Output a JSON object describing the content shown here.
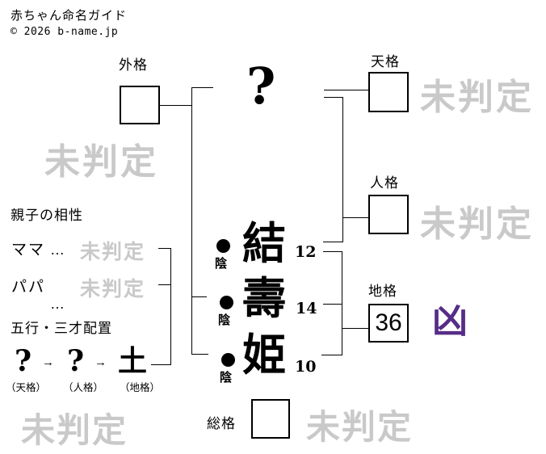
{
  "header": {
    "title": "赤ちゃん命名ガイド",
    "copyright": "© 2026 b-name.jp"
  },
  "surname": {
    "placeholder": "?"
  },
  "kaku": {
    "gaikaku": {
      "label": "外格",
      "status": "未判定"
    },
    "tenkaku": {
      "label": "天格",
      "status": "未判定"
    },
    "jinkaku": {
      "label": "人格",
      "status": "未判定"
    },
    "chikaku": {
      "label": "地格",
      "value": "36",
      "luck": "凶"
    },
    "soukaku": {
      "label": "総格",
      "status": "未判定"
    }
  },
  "name_chars": [
    {
      "char": "結",
      "strokes": "12",
      "yinyang": "陰"
    },
    {
      "char": "壽",
      "strokes": "14",
      "yinyang": "陰"
    },
    {
      "char": "姫",
      "strokes": "10",
      "yinyang": "陰"
    }
  ],
  "compatibility": {
    "heading": "親子の相性",
    "rows": [
      {
        "label": "ママ",
        "dots": "…",
        "status": "未判定"
      },
      {
        "label": "パパ",
        "dots": "…",
        "status": "未判定"
      }
    ]
  },
  "gogyo": {
    "heading": "五行・三才配置",
    "elements": [
      "?",
      "?",
      "土"
    ],
    "arrow": "→",
    "captions": [
      "（天格）",
      "（人格）",
      "（地格）"
    ],
    "status": "未判定"
  },
  "colors": {
    "bad_luck_purple": "#562d87",
    "watermark_gray": "#c9c9c9"
  }
}
